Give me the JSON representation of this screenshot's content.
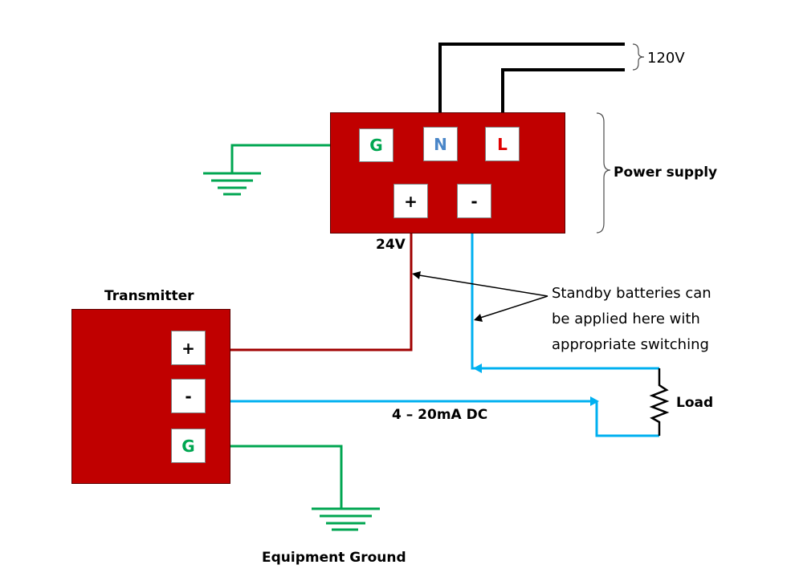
{
  "supply_line": {
    "label": "120V"
  },
  "power_supply": {
    "label": "Power supply",
    "terminals": {
      "ground": {
        "text": "G",
        "color": "#00a651"
      },
      "neutral": {
        "text": "N",
        "color": "#4a86c8"
      },
      "live": {
        "text": "L",
        "color": "#e00000"
      },
      "positive": {
        "text": "+",
        "color": "#000000"
      },
      "negative": {
        "text": "-",
        "color": "#000000"
      }
    },
    "output_voltage": "24V",
    "body_color": "#c00000"
  },
  "transmitter": {
    "label": "Transmitter",
    "terminals": {
      "positive": {
        "text": "+",
        "color": "#000000"
      },
      "negative": {
        "text": "-",
        "color": "#000000"
      },
      "ground": {
        "text": "G",
        "color": "#00a651"
      }
    }
  },
  "loop_current": {
    "label": "4 – 20mA DC"
  },
  "load": {
    "label": "Load"
  },
  "equipment_ground": {
    "label": "Equipment Ground"
  },
  "note": {
    "line1": "Standby batteries can",
    "line2": "be applied here with",
    "line3": "appropriate switching"
  },
  "wire_colors": {
    "supply": "#000000",
    "ground": "#00a651",
    "positive": "#a00000",
    "signal": "#00b0f0"
  }
}
